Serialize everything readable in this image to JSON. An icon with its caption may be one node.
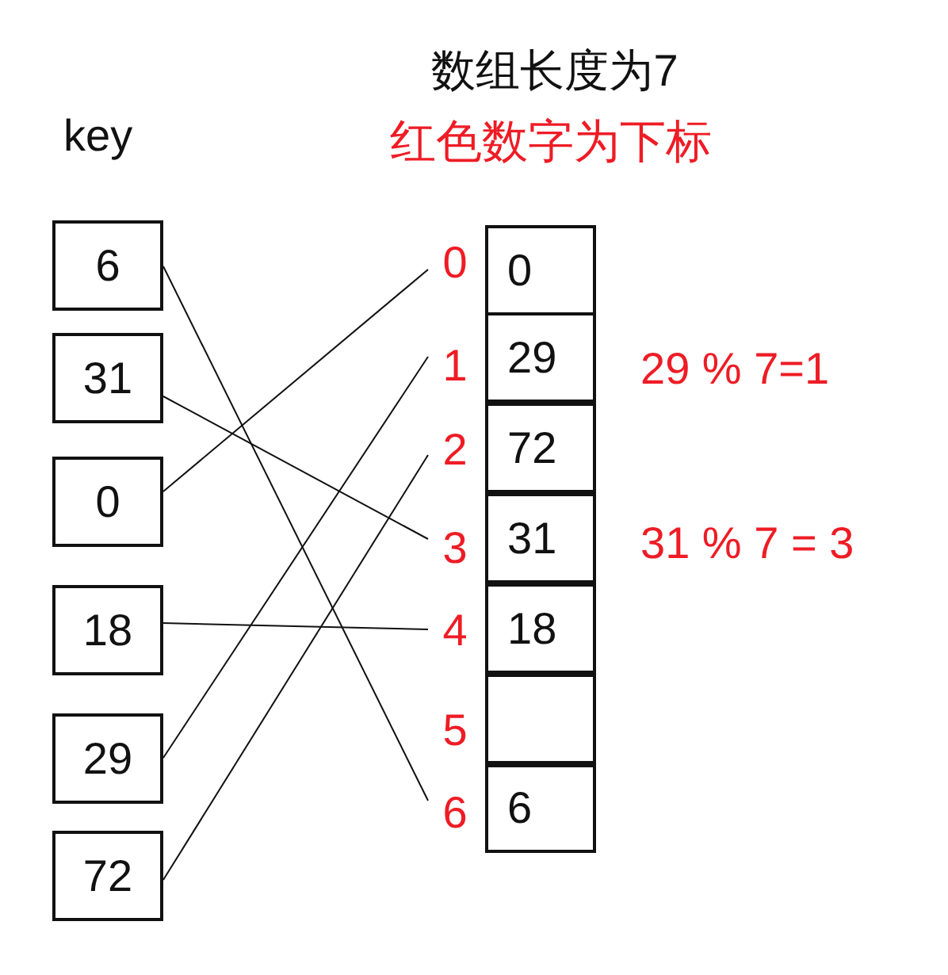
{
  "diagram": {
    "title": "数组长度为7",
    "nodes": [
      {
        "text": [
          "6"
        ]
      },
      {
        "text": [
          "31"
        ]
      },
      {
        "text": [
          "0"
        ]
      },
      {
        "text": [
          "18"
        ]
      },
      {
        "text": [
          "29"
        ]
      },
      {
        "text": [
          "72"
        ]
      },
      {
        "text": [
          "0"
        ]
      },
      {
        "text": [
          "1"
        ]
      },
      {
        "text": [
          "2"
        ]
      },
      {
        "text": [
          "3"
        ]
      },
      {
        "text": [
          "4"
        ]
      },
      {
        "text": [
          "5"
        ]
      },
      {
        "text": [
          "6"
        ]
      },
      {
        "text": [
          "0"
        ]
      },
      {
        "text": [
          "29"
        ]
      },
      {
        "text": [
          "72"
        ]
      },
      {
        "text": [
          "31"
        ]
      },
      {
        "text": [
          "18"
        ]
      },
      {
        "text": [],
        "shape": "box"
      },
      {
        "text": [
          "6"
        ]
      }
    ],
    "edges": [
      {
        "from": 0,
        "to": 12,
        "arrow": "none"
      },
      {
        "from": 1,
        "to": 9,
        "arrow": "none"
      },
      {
        "from": 2,
        "to": 6,
        "arrow": "none"
      },
      {
        "from": 3,
        "to": 10,
        "arrow": "none"
      },
      {
        "from": 4,
        "to": 7,
        "arrow": "none"
      },
      {
        "from": 5,
        "to": 8,
        "arrow": "none"
      }
    ],
    "labels": [
      "key",
      "红色数字为下标",
      "29 % 7=1",
      "31 % 7 = 3"
    ]
  }
}
